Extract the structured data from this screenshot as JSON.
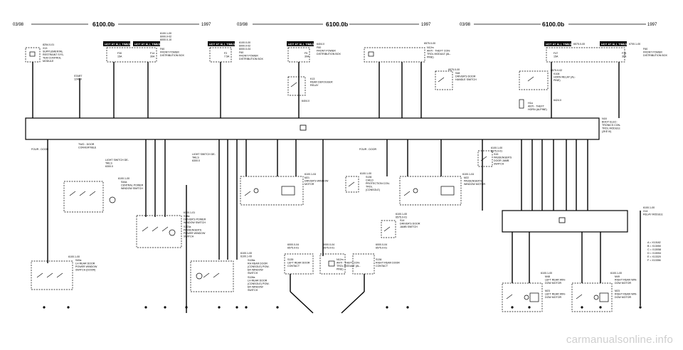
{
  "header": {
    "date": "03/98",
    "title": "6100.0b",
    "year": "1997"
  },
  "hot_badge": "HOT AT ALL TIMES",
  "panel1": {
    "srs_ref": "8254.0-01",
    "srs_label": [
      "X13",
      "SUPPLEMENTAL",
      "RESTRAINT SYS-",
      "TEM CONTROL",
      "MODULE"
    ],
    "start_ref": "START",
    "start_ref2": "1240.0",
    "refs_top": [
      "6100.1-00",
      "6000.0-02",
      "6000.0-10"
    ],
    "fuse_a": [
      "F30",
      "15A"
    ],
    "fuse_b": [
      "F14",
      "30A"
    ],
    "fpdb": [
      "F60",
      "FRONT POWER",
      "DISTRIBUTION BOX"
    ],
    "four_door": "FOUR - DOOR",
    "two_door": [
      "TWO - DOOR",
      "CONVERTIBLE"
    ],
    "light_switch": [
      "LIGHT SWITCH DE-",
      "TAILS",
      "6300.0"
    ],
    "central_ref": "6100.1-00",
    "central_label": [
      "S44a",
      "CENTRAL POWER",
      "WINDOW SWITCH"
    ],
    "lr_ref": "6100.1-00",
    "lr_label": [
      "S49a",
      "LH REAR DOOR",
      "POWER WINDOW",
      "SWITCH (DOOR)"
    ],
    "drv_ref": "6100.1-01",
    "drv_label": [
      "S18a",
      "DRIVER'S POWER",
      "WINDOW SWITCH"
    ],
    "pass_label": [
      "S123a",
      "PASSENGER'S",
      "POWER WINDOW",
      "SWITCH"
    ]
  },
  "panel2": {
    "refs_top": [
      "6100.0-00",
      "6000.0-02",
      "6000.0-04"
    ],
    "fuse": [
      "F2",
      "7.5A"
    ],
    "fpdb": [
      "F60",
      "FRONT POWER",
      "DISTRIBUTION BOX"
    ],
    "refs2": [
      "6404.0"
    ],
    "fuse2": [
      "F5",
      "30A"
    ],
    "fpdb2": [
      "F60",
      "FRONT POWER",
      "DISTRIBUTION BOX"
    ],
    "relay": [
      "K13",
      "REAR DEFOGGER",
      "RELAY"
    ],
    "relay_ref": "6404.0",
    "light_switch": [
      "LIGHT SWITCH DE-",
      "TAILS",
      "6300.0"
    ],
    "rh_rear": [
      "6100.1-00",
      "6100.1-00",
      "S128a",
      "RH REAR DOOR",
      "(CONSOLE) POW-",
      "ER WINDOW",
      "SWITCH"
    ],
    "lh_rear": [
      "S128a",
      "LH REAR DOOR",
      "(CONSOLE) POW-",
      "ER WINDOW",
      "SWITCH"
    ],
    "motor": [
      "6100.1-04",
      "M21",
      "DRIVER'S WINDOW",
      "MOTOR"
    ],
    "contact_l": [
      "6000.0-04",
      "6575.0-01",
      "S135",
      "LEFT REAR DOOR",
      "CONTACT"
    ],
    "ats": [
      "6000.0-04",
      "6575.0-01",
      "N12m",
      "ANTI - THEFT CON-",
      "TROL MODULE (AL-",
      "PINE)"
    ],
    "contact_r": [
      "6000.0-04",
      "6575.0-01",
      "S136",
      "RIGHT REAR DOOR",
      "CONTACT"
    ],
    "four_door": "FOUR - DOOR"
  },
  "panel3": {
    "ats_ref": "6575.0-00",
    "ats_label": [
      "N12m",
      "ANTI - THEFT CON-",
      "TROL MODULE (AL-",
      "PINE)"
    ],
    "dhs_ref": "6575.0-00",
    "dhs_label": [
      "S48",
      "DRIVER'S DOOR",
      "HANDLE SWITCH"
    ],
    "cs_ref": "6100.1-00",
    "cs_label": [
      "S136",
      "CHILD",
      "PROTECTION CON-",
      "TROL",
      "(CONSOLE)"
    ],
    "pwm_ref": "6100.1-04",
    "pwm_label": [
      "M22",
      "PASSENGER'S",
      "WINDOW MOTOR"
    ],
    "djs_ref": [
      "6100.1-00",
      "6575.0-01"
    ],
    "djs_label": [
      "S14",
      "DRIVER'S DOOR",
      "JAMB SWITCH"
    ],
    "pdj_ref": [
      "6100.1-00",
      "6575.0-01"
    ],
    "pdj_label": [
      "S15",
      "PASSENGER'S",
      "DOOR JAMB",
      "SWITCH"
    ]
  },
  "panel4": {
    "refs": [
      "6575.0-00"
    ],
    "fuse_a": [
      "F47",
      "15A"
    ],
    "refs_b": "6700.1-00",
    "fuse_b": [
      "F18",
      "30A"
    ],
    "fpdb": [
      "F60",
      "FRONT POWER",
      "DISTRIBUTION BOX"
    ],
    "horn_ref": "6575.0-02",
    "horn_relay": [
      "K108",
      "HORN RELAY (AL-",
      "PINE)"
    ],
    "horn": [
      "H1a",
      "ANTI - THEFT",
      "HORN (ALPINE)"
    ],
    "horn_ref2": "6424.0",
    "gm_ref": "6100.1-00",
    "gm_label": [
      "X14",
      "RELAY MODULE"
    ],
    "zke": [
      "N18",
      "BODY ELEC-",
      "TRONICS CON-",
      "TROL MODULE",
      "(ZKE III)"
    ],
    "ground_refs": [
      "A = X10182",
      "B = X13050",
      "C = X13058",
      "D = X13054",
      "E = X13320",
      "F = X13356"
    ],
    "lr_motor": [
      "6100.1-00",
      "M48",
      "LEFT REAR WIN-",
      "DOW MOTOR",
      "M23",
      "LEFT REAR WIN-",
      "DOW MOTOR"
    ],
    "rr_motor": [
      "6100.1-00",
      "M49",
      "RIGHT REAR WIN-",
      "DOW MOTOR",
      "M23",
      "RIGHT REAR WIN-",
      "DOW MOTOR"
    ]
  },
  "watermark": "carmanualsonline.info"
}
